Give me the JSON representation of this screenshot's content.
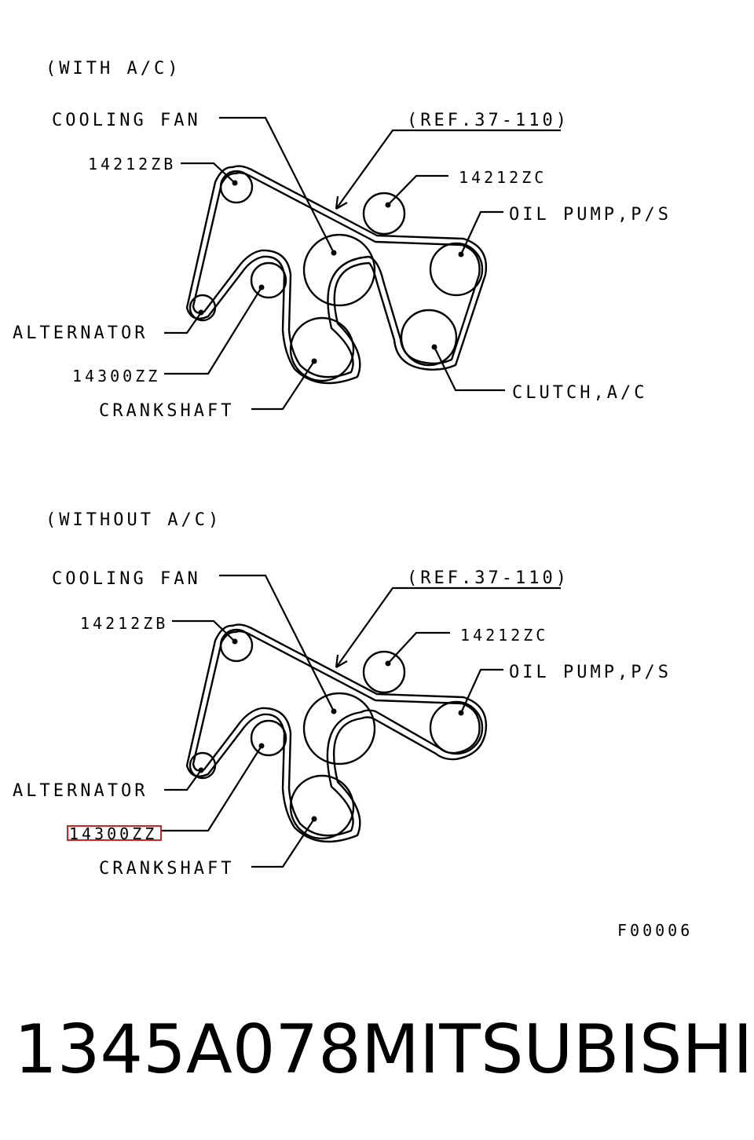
{
  "sections": [
    {
      "heading": "(WITH A/C)",
      "labels": {
        "cooling_fan": "COOLING FAN",
        "ref": "(REF.37-110)",
        "idler_zb": "14212ZB",
        "idler_zc": "14212ZC",
        "oil_pump": "OIL PUMP,P/S",
        "alternator": "ALTERNATOR",
        "tensioner": "14300ZZ",
        "crankshaft": "CRANKSHAFT",
        "clutch": "CLUTCH,A/C"
      }
    },
    {
      "heading": "(WITHOUT A/C)",
      "labels": {
        "cooling_fan": "COOLING FAN",
        "ref": "(REF.37-110)",
        "idler_zb": "14212ZB",
        "idler_zc": "14212ZC",
        "oil_pump": "OIL PUMP,P/S",
        "alternator": "ALTERNATOR",
        "tensioner": "14300ZZ",
        "crankshaft": "CRANKSHAFT"
      }
    }
  ],
  "figure_code": "F00006",
  "footer": {
    "part_number": "1345A078",
    "brand": "MITSUBISHI"
  },
  "highlight_color": "#d62020"
}
